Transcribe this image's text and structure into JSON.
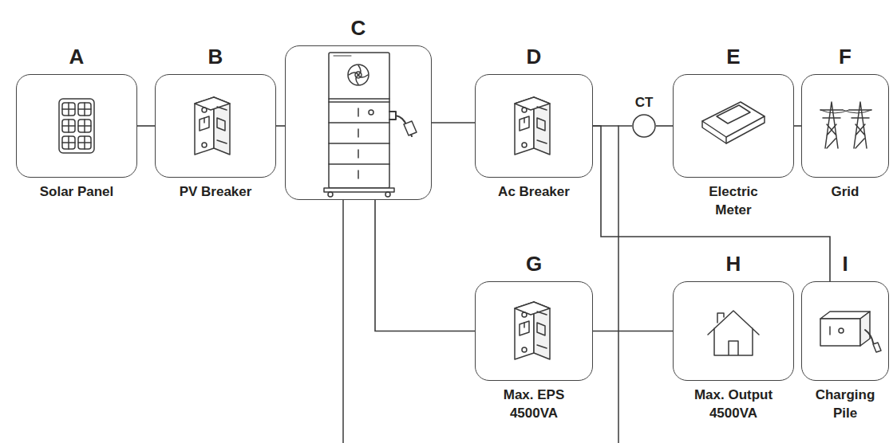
{
  "diagram": {
    "nodes": [
      {
        "text": [
          "A",
          "Solar Panel"
        ]
      },
      {
        "text": [
          "B",
          "PV Breaker"
        ]
      },
      {
        "text": [
          "C"
        ]
      },
      {
        "text": [
          "D",
          "Ac Breaker"
        ]
      },
      {
        "text": [
          "CT"
        ]
      },
      {
        "text": [
          "E",
          "Electric Meter"
        ]
      },
      {
        "text": [
          "F",
          "Grid"
        ]
      },
      {
        "text": [
          "G",
          "Max. EPS 4500VA"
        ]
      },
      {
        "text": [
          "H",
          "Max. Output 4500VA"
        ]
      },
      {
        "text": [
          "I",
          "Charging Pile"
        ]
      }
    ],
    "edges": [
      {
        "from": 0,
        "to": 1,
        "arrow": "none"
      },
      {
        "from": 1,
        "to": 2,
        "arrow": "none"
      },
      {
        "from": 2,
        "to": 3,
        "arrow": "none"
      },
      {
        "from": 3,
        "to": 4,
        "arrow": "none"
      },
      {
        "from": 4,
        "to": 5,
        "arrow": "none"
      },
      {
        "from": 5,
        "to": 6,
        "arrow": "none"
      },
      {
        "from": 2,
        "to": 7,
        "arrow": "none"
      },
      {
        "from": 7,
        "to": 8,
        "arrow": "none"
      },
      {
        "from": 3,
        "to": 9,
        "arrow": "none"
      }
    ]
  }
}
